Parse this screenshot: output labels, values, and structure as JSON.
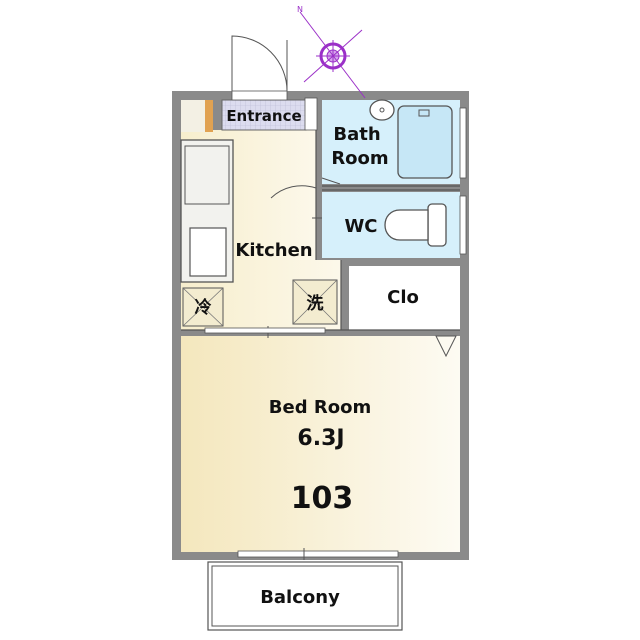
{
  "plan": {
    "entrance": "Entrance",
    "bath_line1": "Bath",
    "bath_line2": "Room",
    "wc": "WC",
    "kitchen": "Kitchen",
    "fridge_mark": "冷",
    "washer_mark": "洗",
    "closet": "Clo",
    "bedroom": "Bed Room",
    "bedroom_size": "6.3J",
    "unit_number": "103",
    "balcony": "Balcony"
  },
  "compass": {
    "north_label": "N",
    "color": "#9b30c8"
  },
  "colors": {
    "wall": "#8a8a8a",
    "floor_warm": "#f6edc8",
    "floor_light": "#fbf8ec",
    "bath": "#d6f0fb",
    "entrance_tile": "#d8d8ee",
    "line": "#333333"
  }
}
